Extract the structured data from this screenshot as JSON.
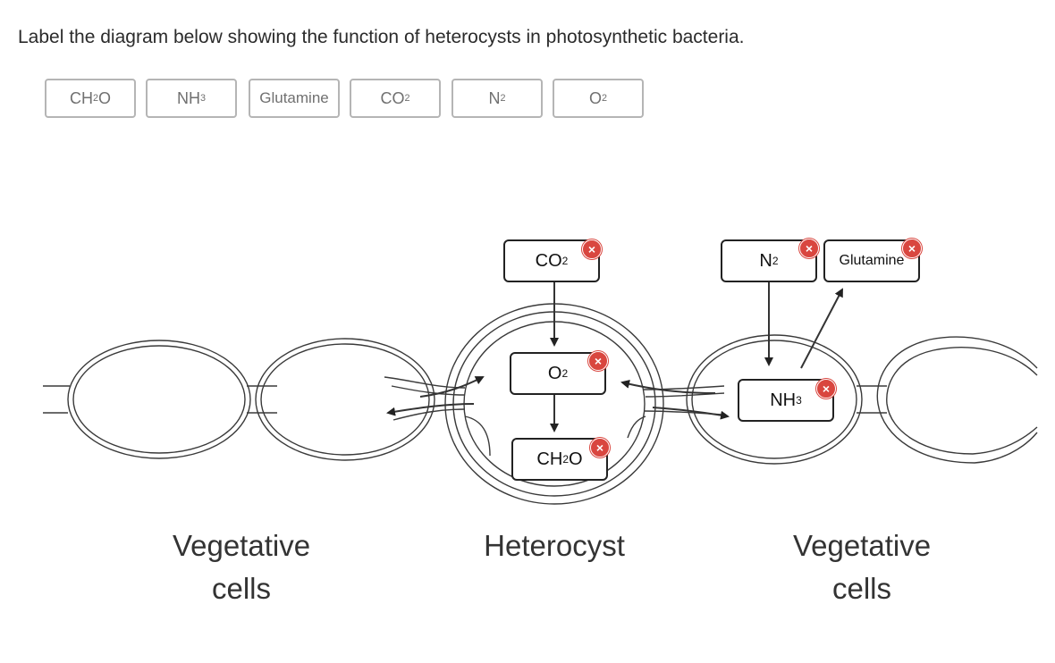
{
  "question": "Label the diagram below showing the function of heterocysts in photosynthetic bacteria.",
  "bank": [
    {
      "main": "CH",
      "sub": "2",
      "tail": "O"
    },
    {
      "main": "NH",
      "sub": "3",
      "tail": ""
    },
    {
      "main": "Glutamine",
      "sub": "",
      "tail": ""
    },
    {
      "main": "CO",
      "sub": "2",
      "tail": ""
    },
    {
      "main": "N",
      "sub": "2",
      "tail": ""
    },
    {
      "main": "O",
      "sub": "2",
      "tail": ""
    }
  ],
  "placed": {
    "co2": {
      "main": "CO",
      "sub": "2",
      "tail": ""
    },
    "o2": {
      "main": "O",
      "sub": "2",
      "tail": ""
    },
    "ch2o": {
      "main": "CH",
      "sub": "2",
      "tail": "O"
    },
    "n2": {
      "main": "N",
      "sub": "2",
      "tail": ""
    },
    "glutamine": {
      "main": "Glutamine",
      "sub": "",
      "tail": ""
    },
    "nh3": {
      "main": "NH",
      "sub": "3",
      "tail": ""
    }
  },
  "incorrect_mark": "×",
  "captions": {
    "left_line1": "Vegetative",
    "left_line2": "cells",
    "center": "Heterocyst",
    "right_line1": "Vegetative",
    "right_line2": "cells"
  },
  "colors": {
    "error": "#d9463f",
    "chip_border": "#b5b5b5",
    "line": "#3a3a3a"
  }
}
